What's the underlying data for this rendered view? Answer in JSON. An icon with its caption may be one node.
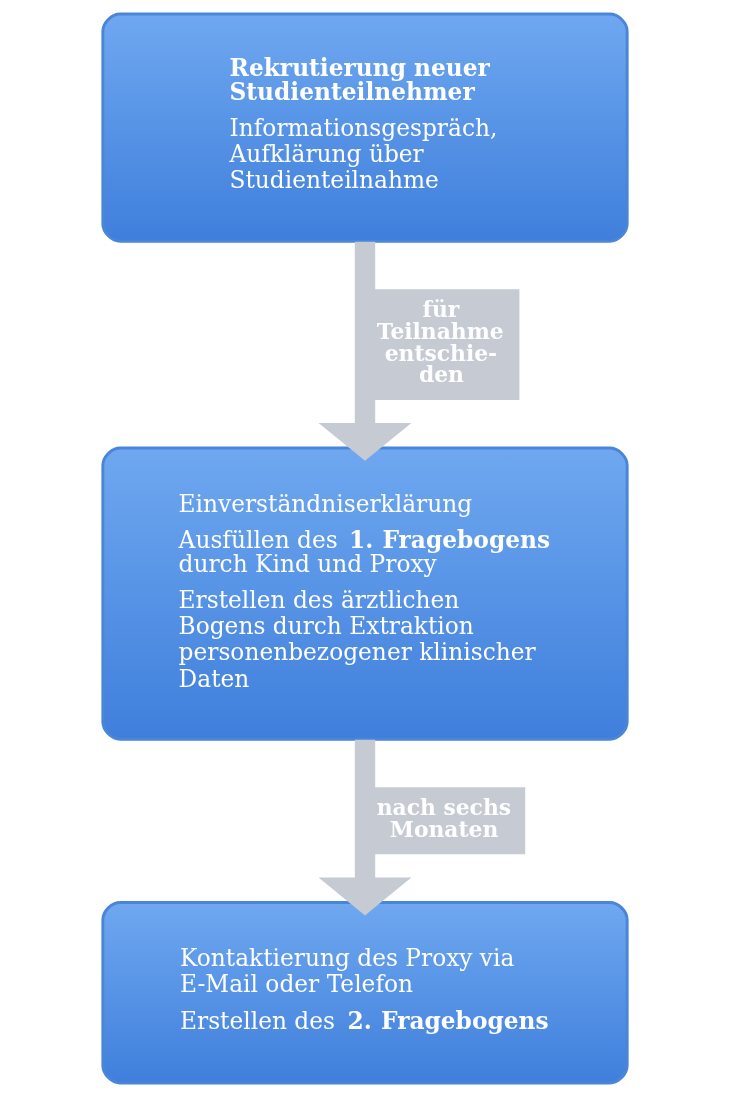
{
  "diagram": {
    "nodes": [
      {
        "text": [
          "Rekrutierung neuer Studienteilnehmer",
          "Informationsgespräch, Aufklärung über Studienteilnahme"
        ]
      },
      {
        "text": [
          "Einverständniserklärung",
          "Ausfüllen des **1. Fragebogens** durch Kind und Proxy",
          "Erstellen des ärztlichen Bogens durch Extraktion personenbezogener klinischer Daten"
        ]
      },
      {
        "text": [
          "Kontaktierung des Proxy via E-Mail oder Telefon",
          "Erstellen des **2. Fragebogens**"
        ]
      }
    ],
    "edges": [
      {
        "from": 0,
        "to": 1,
        "arrow": "to",
        "label": "für Teilnahme entschie- den"
      },
      {
        "from": 1,
        "to": 2,
        "arrow": "to",
        "label": "nach sechs Monaten"
      }
    ]
  }
}
